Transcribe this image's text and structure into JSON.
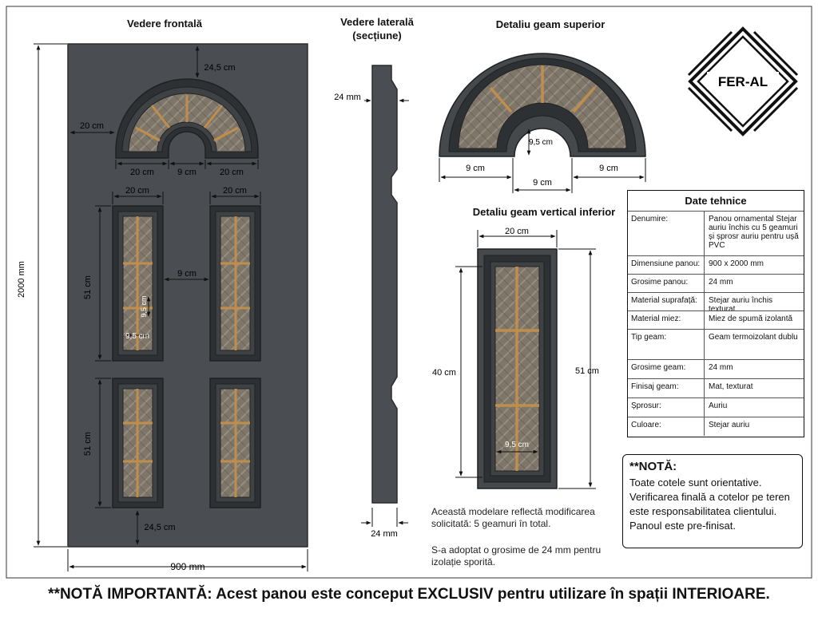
{
  "titles": {
    "front": "Vedere frontală",
    "side_line1": "Vedere laterală",
    "side_line2": "(secțiune)",
    "top_detail": "Detaliu geam superior",
    "vertical_detail": "Detaliu geam vertical inferior"
  },
  "logo": {
    "text": "FER-AL"
  },
  "front_dims": {
    "arch_top": "24,5 cm",
    "arch_side": "20 cm",
    "arch_left_w": "20 cm",
    "arch_mid_w": "9 cm",
    "arch_right_w": "20 cm",
    "upper_left_w": "20 cm",
    "upper_right_w": "20 cm",
    "upper_gap": "9 cm",
    "upper_h": "51 cm",
    "upper_bar_v": "9,5 cm",
    "upper_bar_h": "9,5 cm",
    "lower_h": "51 cm",
    "bottom_margin": "24,5 cm",
    "total_w": "900 mm",
    "total_h": "2000 mm"
  },
  "side_dims": {
    "top": "24 mm",
    "bottom": "24 mm"
  },
  "top_detail_dims": {
    "left": "9 cm",
    "right": "9 cm",
    "inner_h": "9,5 cm",
    "inner_w": "9 cm"
  },
  "vertical_detail_dims": {
    "w": "20 cm",
    "glass_h": "40 cm",
    "total_h": "51 cm",
    "bar": "9,5 cm"
  },
  "tech_table": {
    "title": "Date tehnice",
    "rows": [
      {
        "k": "Denumire:",
        "v": "Panou ornamental Stejar auriu închis cu 5 geamuri și șprosr auriu pentru ușă PVC"
      },
      {
        "k": "Dimensiune panou:",
        "v": "900 x 2000 mm"
      },
      {
        "k": "Grosime panou:",
        "v": "24 mm"
      },
      {
        "k": "Material suprafață:",
        "v": "Stejar auriu închis texturat"
      },
      {
        "k": "Material miez:",
        "v": "Miez de spumă izolantă"
      },
      {
        "k": "Tip geam:",
        "v": "Geam termoizolant dublu"
      },
      {
        "k": "Grosime geam:",
        "v": "24 mm"
      },
      {
        "k": "Finisaj geam:",
        "v": "Mat, texturat"
      },
      {
        "k": "Șprosur:",
        "v": "Auriu"
      },
      {
        "k": "Culoare:",
        "v": "Stejar auriu"
      }
    ]
  },
  "nota": {
    "heading": "**NOTĂ:",
    "lines": [
      "Toate cotele sunt orientative.",
      "Verificarea finală a cotelor pe teren",
      "este responsabilitatea clientului.",
      "Panoul este pre-finisat."
    ]
  },
  "mid_notes": {
    "n1_l1": "Această modelare reflectă modificarea",
    "n1_l2": "solicitată: 5 geamuri în total.",
    "n2_l1": "S-a adoptat o grosime de 24 mm pentru",
    "n2_l2": "izolație sporită."
  },
  "bottom_note": "**NOTĂ IMPORTANTĂ: Acest panou este conceput EXCLUSIV pentru utilizare în spații INTERIOARE.",
  "colors": {
    "panel": "#4a4e52",
    "frame": "#2e3134",
    "glass": "#8a8072",
    "bar": "#b98a4a",
    "dim": "#111111"
  }
}
